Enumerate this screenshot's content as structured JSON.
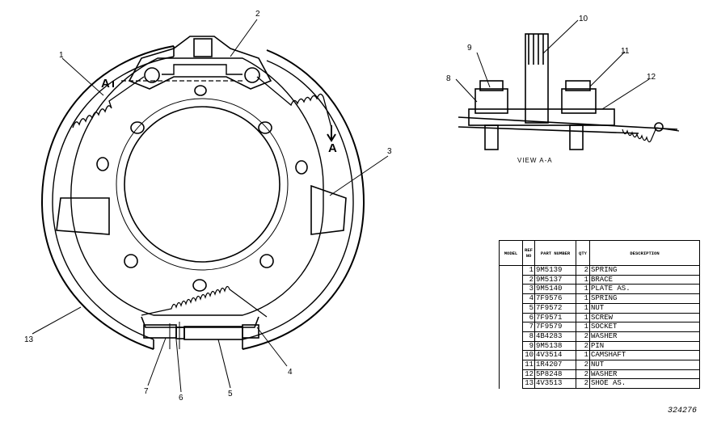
{
  "callouts": {
    "c1": "1",
    "c2": "2",
    "c3": "3",
    "c4": "4",
    "c5": "5",
    "c6": "6",
    "c7": "7",
    "c8": "8",
    "c9": "9",
    "c10": "10",
    "c11": "11",
    "c12": "12",
    "c13": "13"
  },
  "section_marks": {
    "a_left": "A",
    "a_right": "A"
  },
  "view_label": "VIEW A-A",
  "table": {
    "headers": {
      "model": "MODEL",
      "ref": "REF NO",
      "part": "PART NUMBER",
      "qty": "QTY",
      "desc": "DESCRIPTION"
    },
    "rows": [
      {
        "ref": "1",
        "part": "9M5139",
        "qty": "2",
        "desc": "SPRING"
      },
      {
        "ref": "2",
        "part": "9M5137",
        "qty": "1",
        "desc": "BRACE"
      },
      {
        "ref": "3",
        "part": "9M5140",
        "qty": "1",
        "desc": "PLATE AS."
      },
      {
        "ref": "4",
        "part": "7F9576",
        "qty": "1",
        "desc": "SPRING"
      },
      {
        "ref": "5",
        "part": "7F9572",
        "qty": "1",
        "desc": "NUT"
      },
      {
        "ref": "6",
        "part": "7F9571",
        "qty": "1",
        "desc": "SCREW"
      },
      {
        "ref": "7",
        "part": "7F9579",
        "qty": "1",
        "desc": "SOCKET"
      },
      {
        "ref": "8",
        "part": "4B4283",
        "qty": "2",
        "desc": "WASHER"
      },
      {
        "ref": "9",
        "part": "9M5138",
        "qty": "2",
        "desc": "PIN"
      },
      {
        "ref": "10",
        "part": "4V3514",
        "qty": "1",
        "desc": "CAMSHAFT"
      },
      {
        "ref": "11",
        "part": "1R4207",
        "qty": "2",
        "desc": "NUT"
      },
      {
        "ref": "12",
        "part": "5P8248",
        "qty": "2",
        "desc": "WASHER"
      },
      {
        "ref": "13",
        "part": "4V3513",
        "qty": "2",
        "desc": "SHOE AS."
      }
    ]
  },
  "figure_number": "324276"
}
